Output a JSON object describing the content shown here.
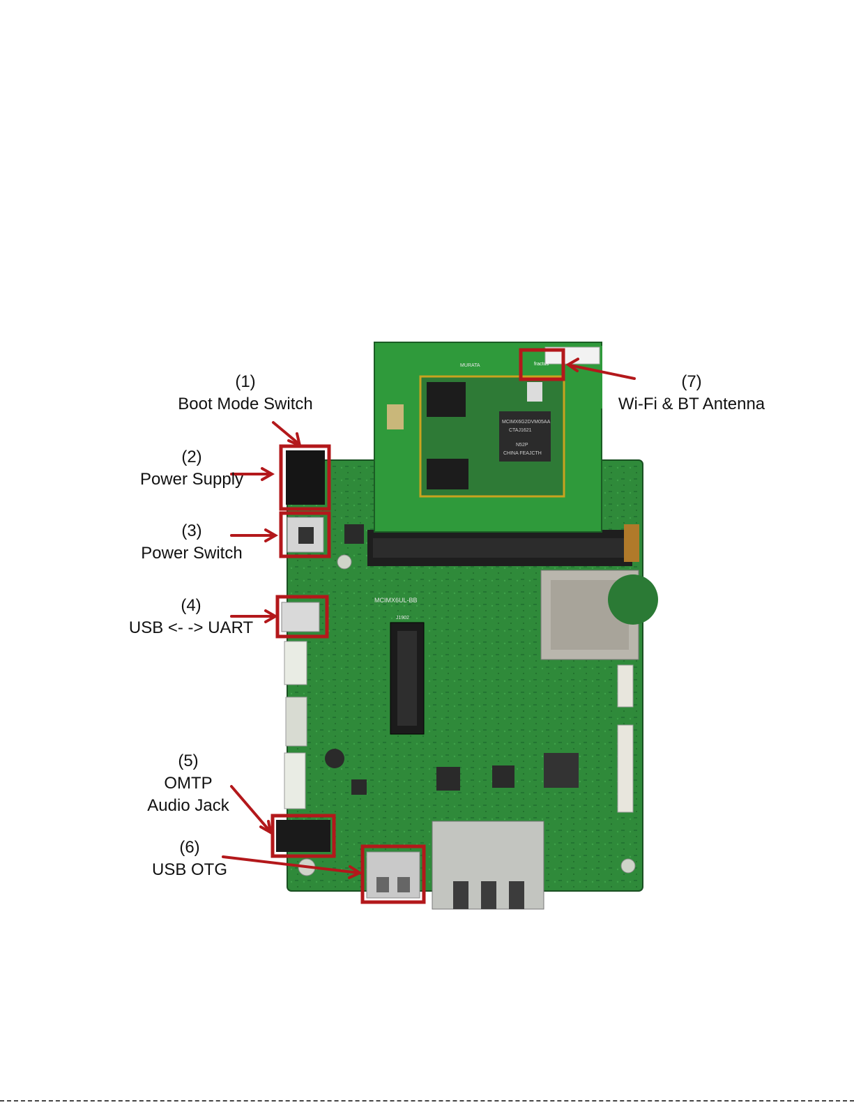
{
  "callouts": [
    {
      "id": "boot",
      "number": "(1)",
      "lines": [
        "Boot Mode Switch"
      ]
    },
    {
      "id": "power-supply",
      "number": "(2)",
      "lines": [
        "Power Supply"
      ]
    },
    {
      "id": "power-switch",
      "number": "(3)",
      "lines": [
        "Power Switch"
      ]
    },
    {
      "id": "usb-uart",
      "number": "(4)",
      "lines": [
        "USB <- -> UART"
      ]
    },
    {
      "id": "audio",
      "number": "(5)",
      "lines": [
        "OMTP",
        "Audio Jack"
      ]
    },
    {
      "id": "usb-otg",
      "number": "(6)",
      "lines": [
        "USB OTG"
      ]
    },
    {
      "id": "antenna",
      "number": "(7)",
      "lines": [
        "Wi-Fi & BT Antenna"
      ]
    }
  ],
  "board_text": {
    "baseboard": "MCIMX6UL-BB",
    "cpu_line1": "MCIMX6G2DVM05AA",
    "cpu_line2": "CTAJ1621",
    "cpu_line3": "N52P",
    "cpu_line4": "CHINA FEAJCTH",
    "module": "MURATA",
    "antenna_tag": "fractus",
    "j1902": "J1902"
  },
  "colors": {
    "highlight": "#b3181b",
    "pcb": "#2f8a3a",
    "pcb_dark": "#1f5e28",
    "text": "#111111"
  }
}
